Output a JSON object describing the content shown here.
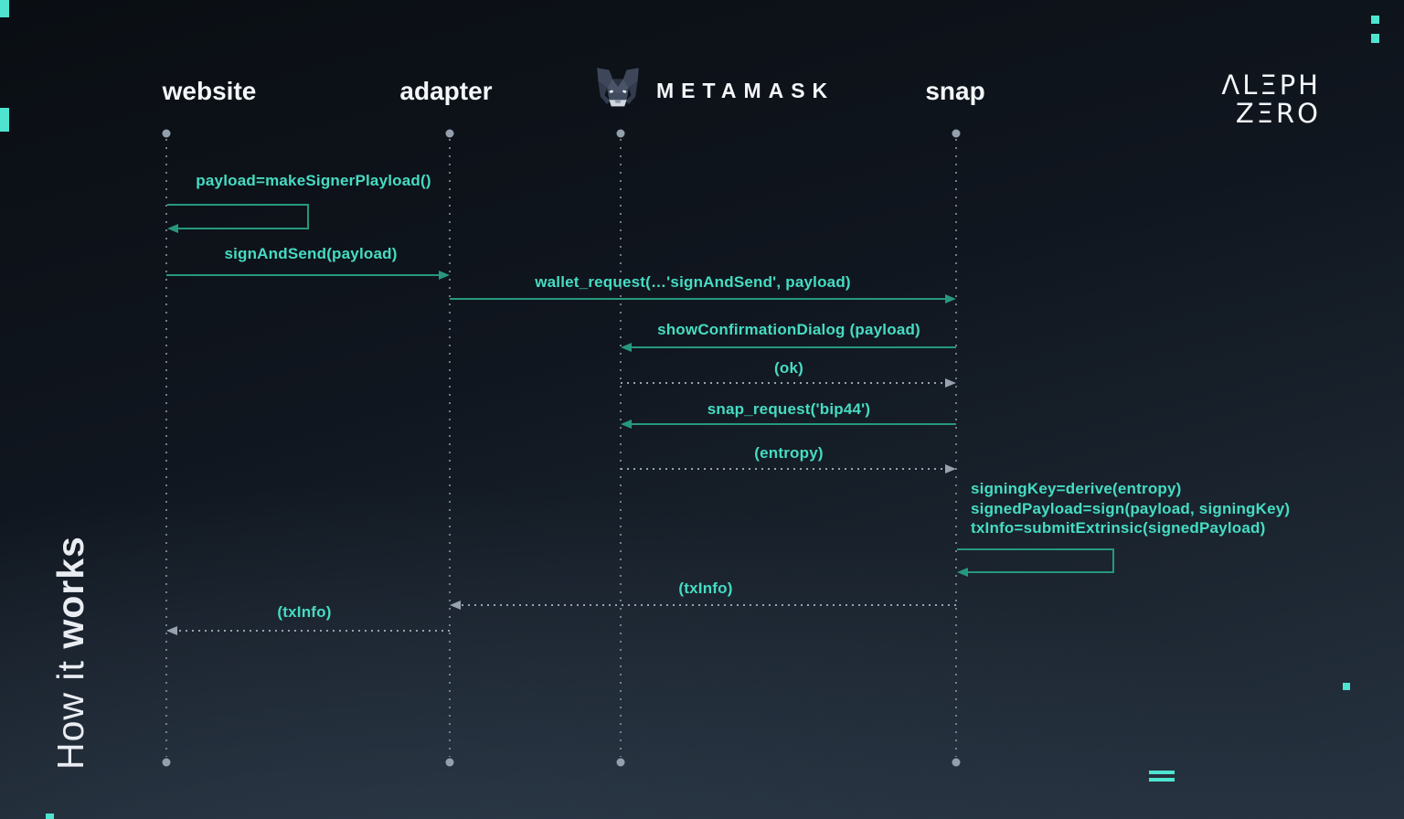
{
  "title": {
    "light": "How it",
    "bold": "works"
  },
  "brand": {
    "line1": "ΛLΞPH",
    "line2": "ZΞRO"
  },
  "lifelines": [
    {
      "id": "website",
      "label": "website"
    },
    {
      "id": "adapter",
      "label": "adapter"
    },
    {
      "id": "metamask",
      "label": "METAMASK"
    },
    {
      "id": "snap",
      "label": "snap"
    }
  ],
  "messages": [
    {
      "label": "payload=makeSignerPlayload()",
      "type": "self",
      "from": "website",
      "to": "website"
    },
    {
      "label": "signAndSend(payload)",
      "type": "solid",
      "from": "website",
      "to": "adapter"
    },
    {
      "label": "wallet_request(…'signAndSend', payload)",
      "type": "solid",
      "from": "adapter",
      "to": "snap"
    },
    {
      "label": "showConfirmationDialog (payload)",
      "type": "solid",
      "from": "snap",
      "to": "metamask"
    },
    {
      "label": "(ok)",
      "type": "return",
      "from": "metamask",
      "to": "snap"
    },
    {
      "label": "snap_request('bip44')",
      "type": "solid",
      "from": "snap",
      "to": "metamask"
    },
    {
      "label": "(entropy)",
      "type": "return",
      "from": "metamask",
      "to": "snap"
    },
    {
      "type": "self",
      "from": "snap",
      "to": "snap",
      "lines": [
        "signingKey=derive(entropy)",
        "signedPayload=sign(payload, signingKey)",
        "txInfo=submitExtrinsic(signedPayload)"
      ]
    },
    {
      "label": "(txInfo)",
      "type": "return",
      "from": "snap",
      "to": "adapter"
    },
    {
      "label": "(txInfo)",
      "type": "return",
      "from": "adapter",
      "to": "website"
    }
  ],
  "colors": {
    "accent_text": "#46dcc2",
    "arrow_solid": "#27987f",
    "arrow_return": "#97a1b0",
    "decor_square": "#4ee4cf",
    "lifeline": "#8a95a3"
  }
}
